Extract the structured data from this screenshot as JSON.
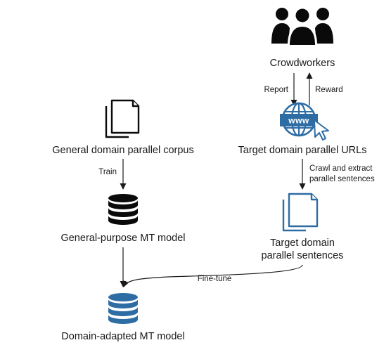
{
  "nodes": {
    "crowdworkers": {
      "label": "Crowdworkers",
      "icon": "people-icon"
    },
    "general_corpus": {
      "label": "General domain parallel corpus",
      "icon": "documents-icon"
    },
    "target_urls": {
      "label": "Target domain parallel URLs",
      "icon": "www-cursor-icon"
    },
    "general_model": {
      "label": "General-purpose MT model",
      "icon": "database-icon"
    },
    "target_sentences": {
      "line1": "Target domain",
      "line2": "parallel sentences",
      "icon": "documents-icon"
    },
    "adapted_model": {
      "label": "Domain-adapted MT model",
      "icon": "database-icon"
    }
  },
  "edges": {
    "report": "Report",
    "reward": "Reward",
    "train": "Train",
    "crawl_line1": "Crawl and extract",
    "crawl_line2": "parallel sentences",
    "finetune": "Fine-tune"
  },
  "colors": {
    "black_icon": "#0a0a0a",
    "blue_icon": "#2e6da4",
    "line": "#1a1a1a",
    "text": "#1a1a1a"
  }
}
